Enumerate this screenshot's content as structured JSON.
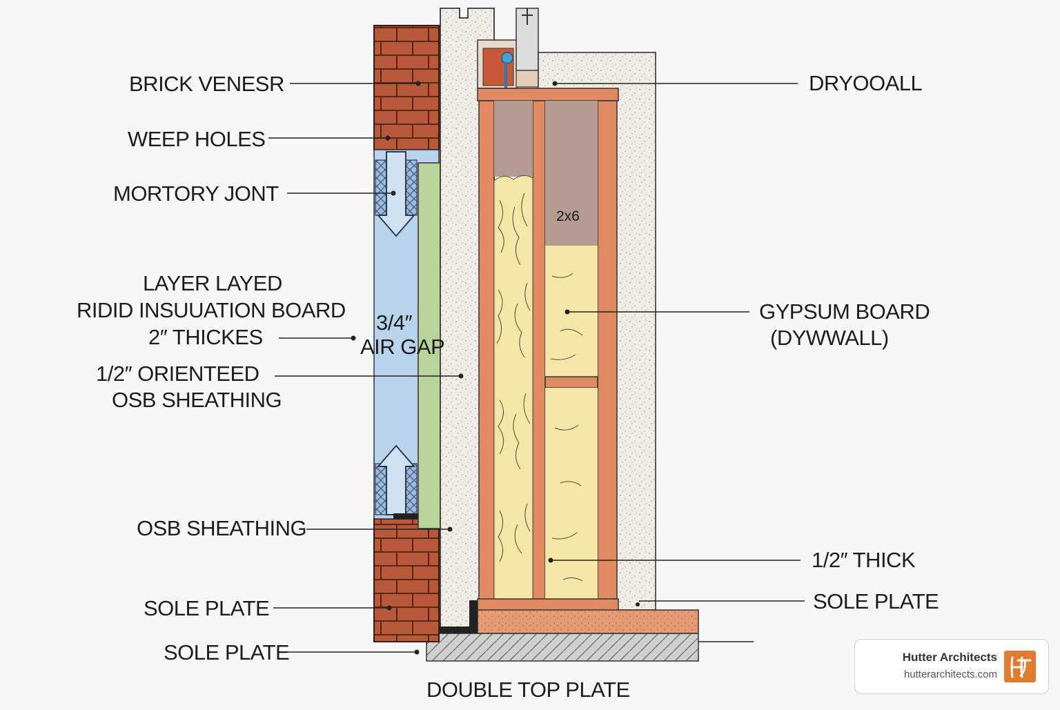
{
  "labels": {
    "brick_veneer": "BRICK VENESR",
    "weep_holes": "WEEP HOLES",
    "mortar_joint": "MORTORY JONT",
    "insulation_line1": "LAYER LAYED",
    "insulation_line2": "RIDID INSUUATION BOARD",
    "insulation_line3": "2″  THICKES",
    "osb_oriented_line1": "1/2″ ORIENTEED",
    "osb_oriented_line2": "OSB SHEATHING",
    "osb_sheathing": "OSB SHEATHING",
    "sole_plate_left_1": "SOLE PLATE",
    "sole_plate_left_2": "SOLE PLATE",
    "double_top_plate": "DOUBLE TOP PLATE",
    "drywall": "DRYOOALL",
    "gypsum_line1": "GYPSUM BOARD",
    "gypsum_line2": "(DYWWALL)",
    "half_thick": "1/2″ THICK",
    "sole_plate_right": "SOLE PLATE",
    "air_gap_line1": "3/4″",
    "air_gap_line2": "AIR GAP",
    "stud_size": "2x6"
  },
  "brand": {
    "name": "Hutter Architects",
    "url": "hutterarchitects.com",
    "logo_icon": "ht-monogram-icon"
  },
  "colors": {
    "brick": "#b85a3a",
    "insulation_board": "#b9d3ea",
    "osb_green": "#b8d49a",
    "concrete": "#efece4",
    "wood": "#e08a62",
    "batt_insulation": "#f4e6a4",
    "cavity": "#b39b91",
    "foundation": "#c8c8c8"
  }
}
